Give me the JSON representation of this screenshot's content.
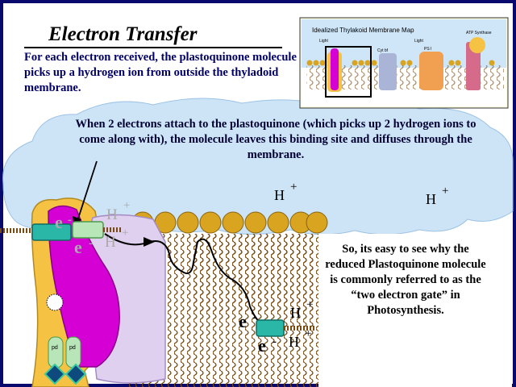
{
  "title": "Electron Transfer",
  "intro_text": "For each electron received, the plastoquinone molecule picks up a hydrogen ion from outside the thyladoid membrane.",
  "callout_text": "When 2 electrons attach to the plastoquinone (which picks up 2 hydrogen ions to come along with), the molecule leaves this binding site and diffuses through the membrane.",
  "conclusion_text": "So, its easy to see why the reduced Plastoquinone molecule is commonly referred to as the “two electron gate” in Photosynthesis.",
  "ion_label": "H",
  "ion_charge": "+",
  "electron_label": "e",
  "electron_charge": "-",
  "protein_label": "pd",
  "inset_map": {
    "title": "Idealized Thylakoid Membrane Map",
    "light_left": "Light",
    "light_right": "Light",
    "cyt_label": "Cyt bf",
    "ps1_label": "PS I",
    "atp_label": "ATP Synthase"
  },
  "colors": {
    "stroma_blue": "#cde4f7",
    "frame_navy": "#0a0a6e",
    "lipid_head": "#d9a520",
    "protein_yellow": "#f5c243",
    "protein_magenta": "#d400d4",
    "protein_lilac": "#ded0ee",
    "plastoquinone_teal": "#2ab7a8",
    "carrier_green": "#b8e6b8"
  }
}
